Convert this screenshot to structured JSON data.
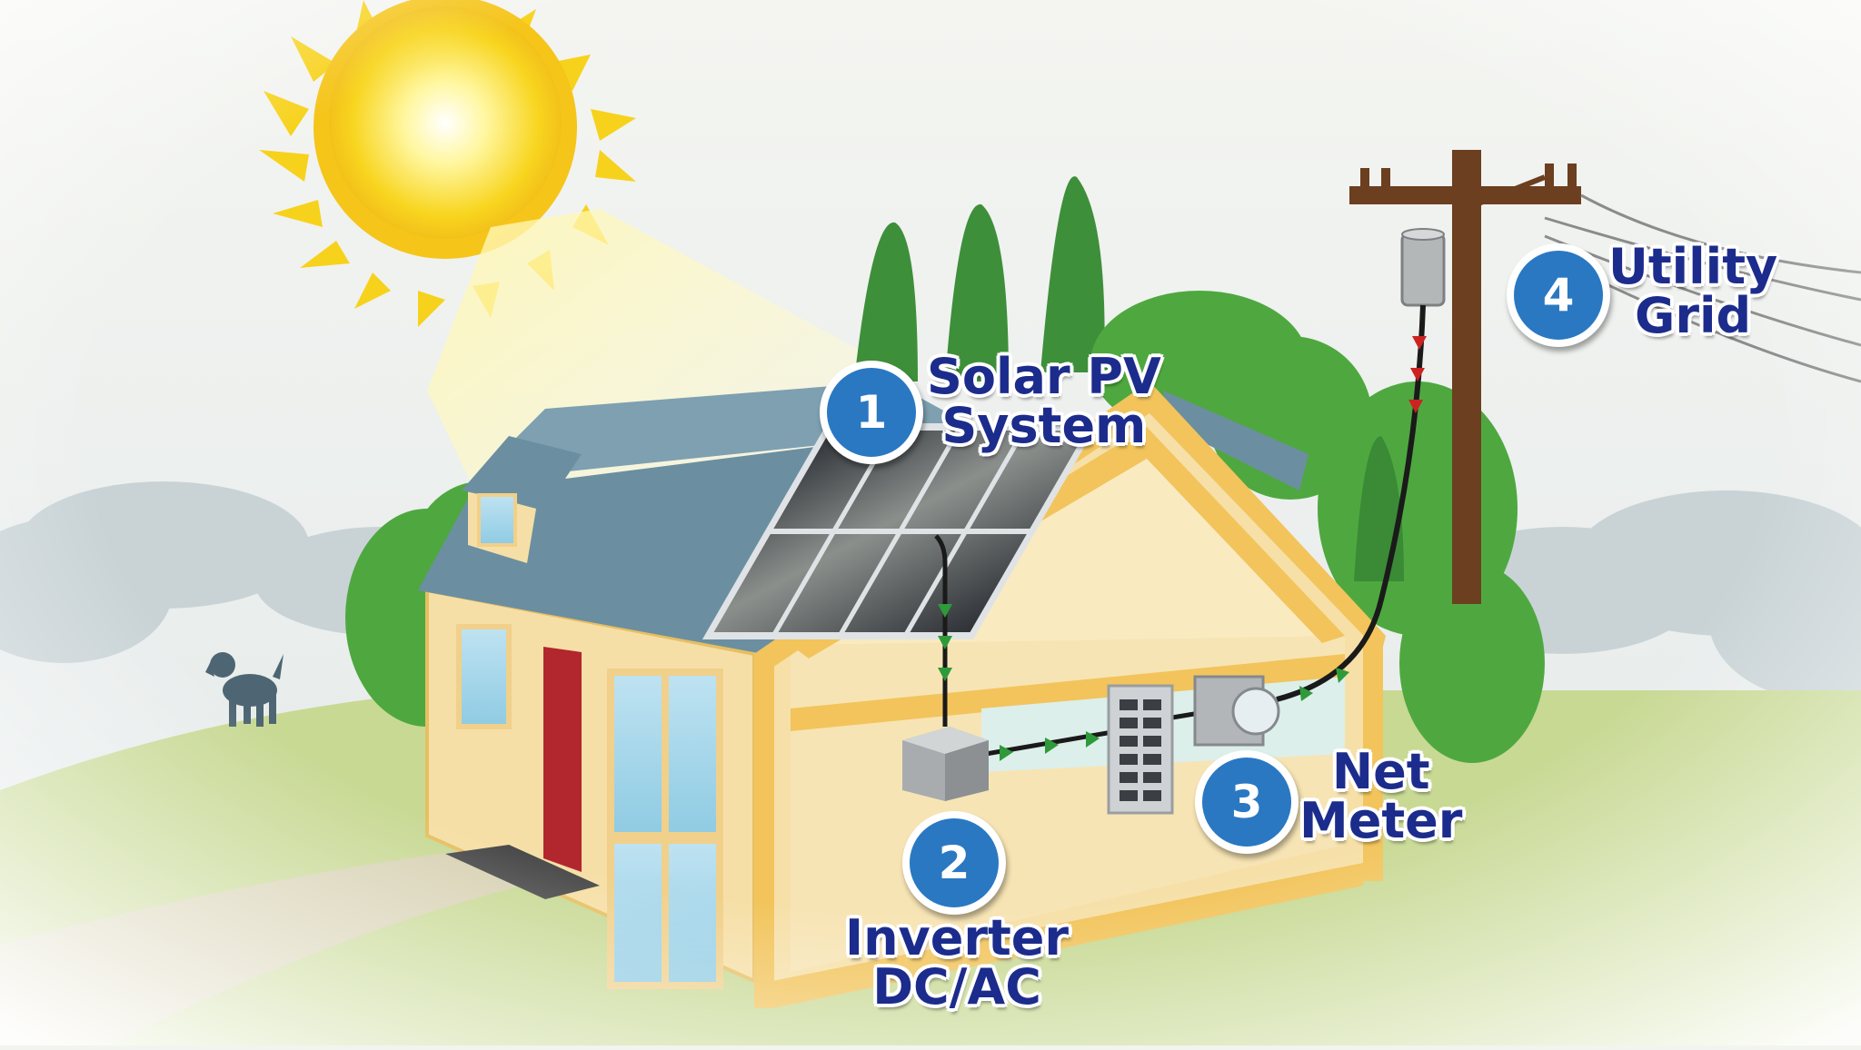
{
  "steps": [
    {
      "number": "1",
      "line1": "Solar PV",
      "line2": "System"
    },
    {
      "number": "2",
      "line1": "Inverter",
      "line2": "DC/AC"
    },
    {
      "number": "3",
      "line1": "Net",
      "line2": "Meter"
    },
    {
      "number": "4",
      "line1": "Utility",
      "line2": "Grid"
    }
  ],
  "colors": {
    "sky": "#e8eef0",
    "grass": "#c6d98e",
    "sun": "#f7d21c",
    "house_wall": "#f6dfa6",
    "house_trim": "#f2c45b",
    "roof": "#6b8fa1",
    "door": "#b2262e",
    "tree": "#3e8f3a",
    "pole": "#6b3f1f",
    "badge": "#2a78c2",
    "label_text": "#1c2c8c",
    "dc_flow_arrow": "#2e9a3a",
    "grid_flow_arrow": "#cc2222"
  }
}
